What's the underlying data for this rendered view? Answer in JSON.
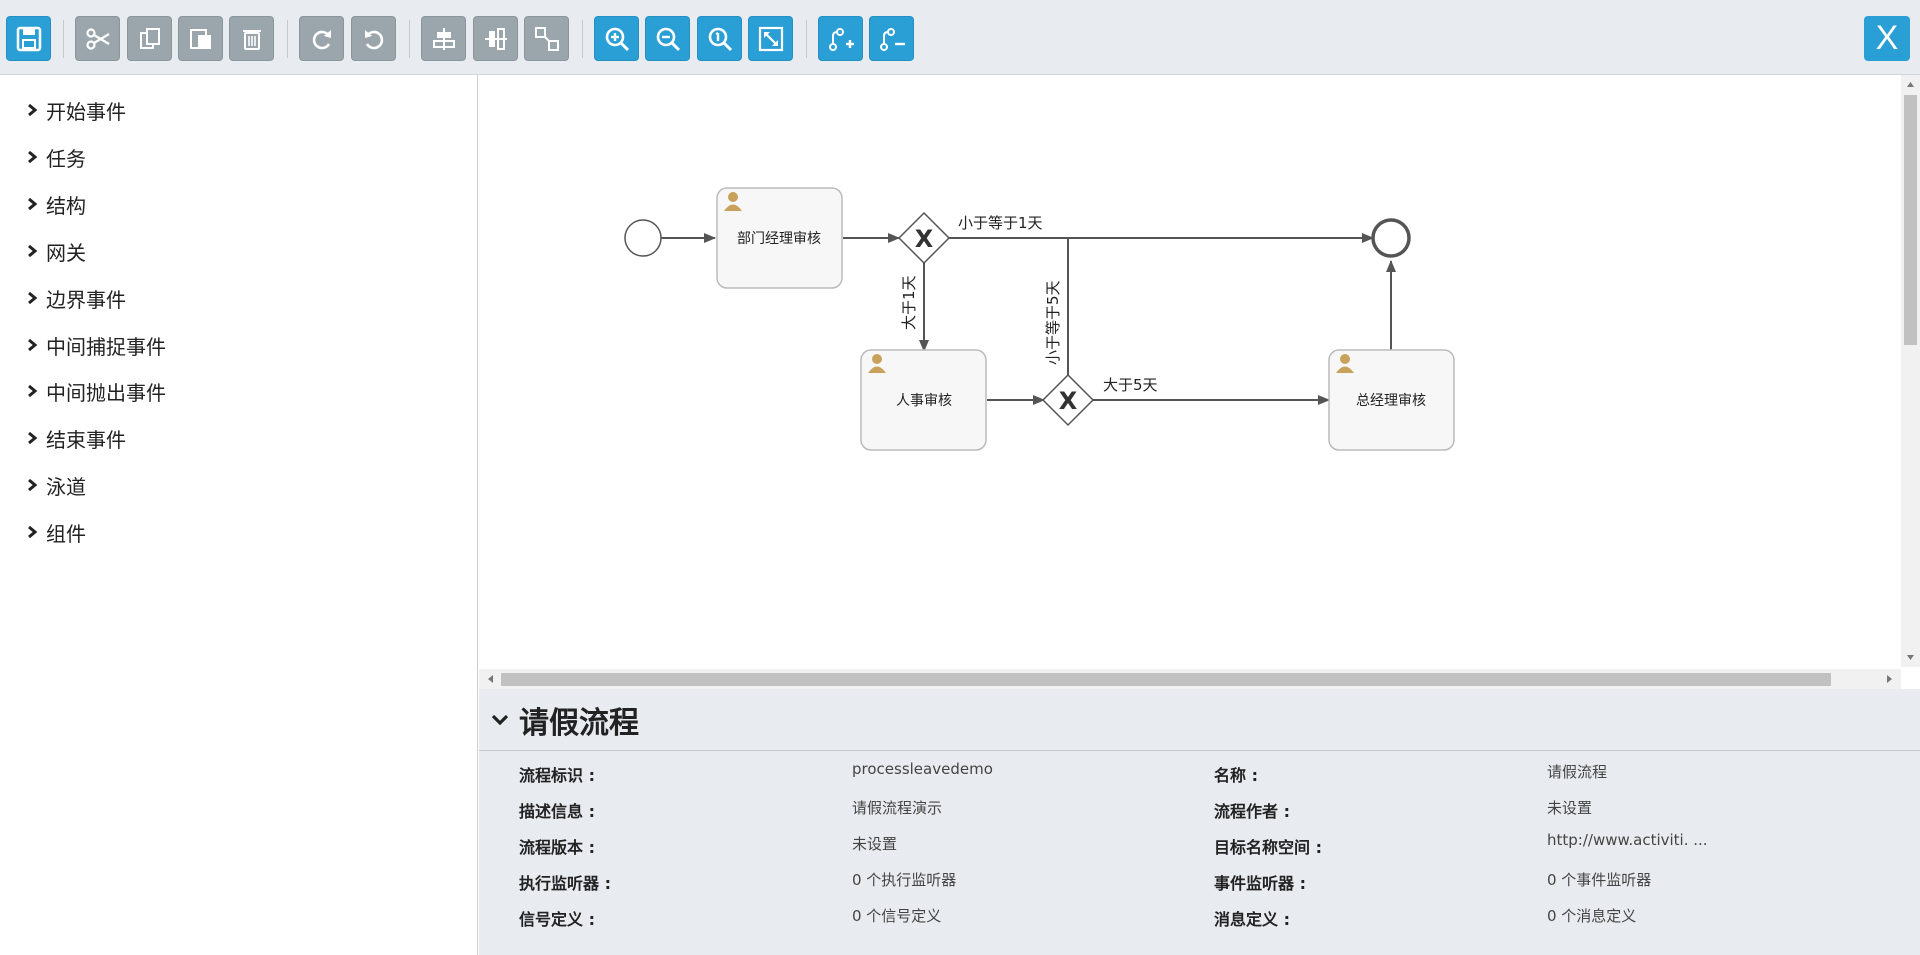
{
  "toolbar": {
    "groups": [
      [
        "save-icon"
      ],
      [
        "cut-icon",
        "copy-icon",
        "paste-icon",
        "delete-icon"
      ],
      [
        "redo-icon",
        "undo-icon"
      ],
      [
        "align-horizontal-icon",
        "align-vertical-icon",
        "same-size-icon"
      ],
      [
        "zoom-in-icon",
        "zoom-out-icon",
        "zoom-actual-icon",
        "zoom-fit-icon"
      ],
      [
        "add-bendpoint-icon",
        "remove-bendpoint-icon"
      ]
    ],
    "close_label": "X",
    "colors": {
      "blue": "#2a9fd6",
      "gray": "#9aa6ac"
    }
  },
  "palette": {
    "items": [
      {
        "label": "开始事件"
      },
      {
        "label": "任务"
      },
      {
        "label": "结构"
      },
      {
        "label": "网关"
      },
      {
        "label": "边界事件"
      },
      {
        "label": "中间捕捉事件"
      },
      {
        "label": "中间抛出事件"
      },
      {
        "label": "结束事件"
      },
      {
        "label": "泳道"
      },
      {
        "label": "组件"
      }
    ]
  },
  "diagram": {
    "tasks": {
      "dept": "部门经理审核",
      "hr": "人事审核",
      "gm": "总经理审核"
    },
    "flows": {
      "lte1": "小于等于1天",
      "gt1": "大于1天",
      "lte5": "小于等于5天",
      "gt5": "大于5天"
    },
    "gateway_symbol": "X"
  },
  "properties": {
    "title": "请假流程",
    "left": [
      {
        "label": "流程标识 :",
        "value": "processleavedemo"
      },
      {
        "label": "描述信息 :",
        "value": "请假流程演示"
      },
      {
        "label": "流程版本 :",
        "value": "未设置"
      },
      {
        "label": "执行监听器 :",
        "value": "0 个执行监听器"
      },
      {
        "label": "信号定义 :",
        "value": "0 个信号定义"
      }
    ],
    "right": [
      {
        "label": "名称 :",
        "value": "请假流程"
      },
      {
        "label": "流程作者 :",
        "value": "未设置"
      },
      {
        "label": "目标名称空间 :",
        "value": "http://www.activiti. ..."
      },
      {
        "label": "事件监听器 :",
        "value": "0 个事件监听器"
      },
      {
        "label": "消息定义 :",
        "value": "0 个消息定义"
      }
    ]
  }
}
